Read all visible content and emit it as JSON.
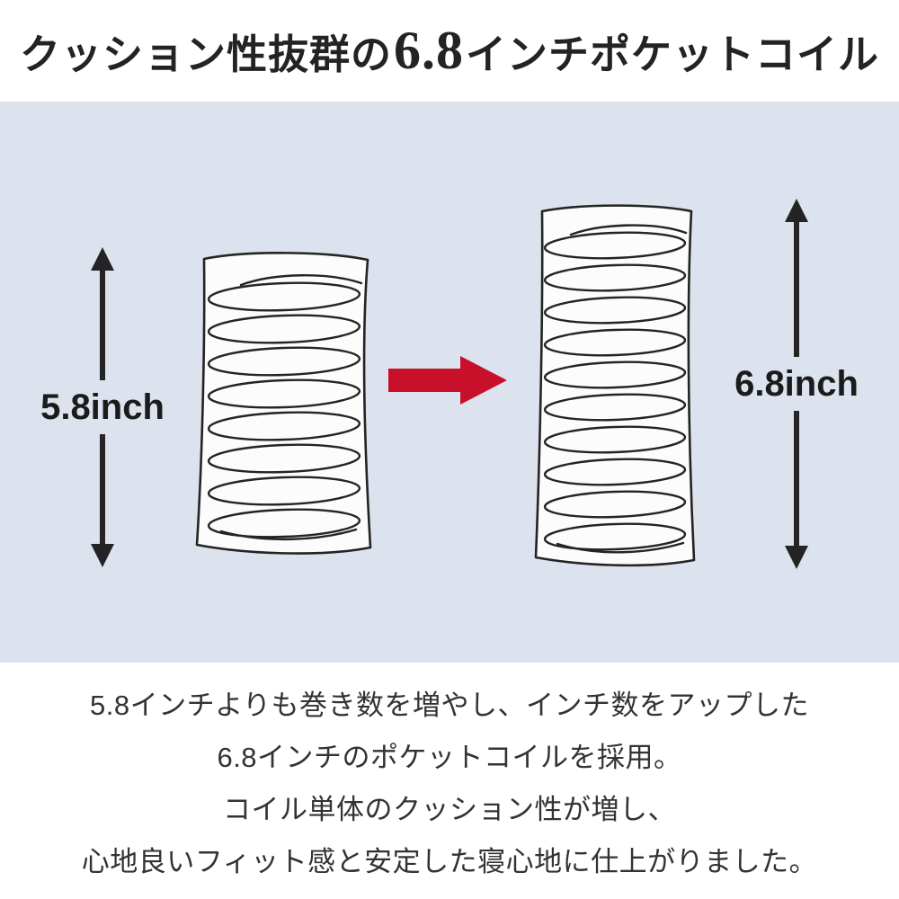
{
  "title": {
    "prefix": "クッション性抜群の",
    "highlight": "6.8",
    "suffix": "インチポケットコイル"
  },
  "diagram": {
    "left_label": "5.8inch",
    "right_label": "6.8inch",
    "band_color": "#dce3ee",
    "arrow_color": "#c9102b",
    "coil_stroke_color": "#242424",
    "small_coil_loops": 8,
    "large_coil_loops": 10
  },
  "description": {
    "lines": [
      "5.8インチよりも巻き数を増やし、インチ数をアップした",
      "6.8インチのポケットコイルを採用。",
      "コイル単体のクッション性が増し、",
      "心地良いフィット感と安定した寝心地に仕上がりました。"
    ]
  }
}
